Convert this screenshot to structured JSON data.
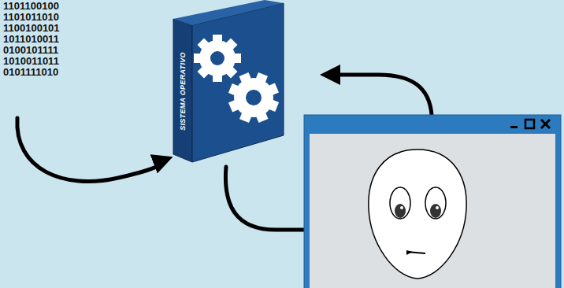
{
  "diagram": {
    "nodes": [
      {
        "text": [
          "SISTEMA OPERATIVO"
        ]
      }
    ],
    "labels": [
      "1101100100",
      "1101011010",
      "1100100101",
      "1011010011",
      "0100101111",
      "1010011011",
      "0101111010"
    ]
  }
}
